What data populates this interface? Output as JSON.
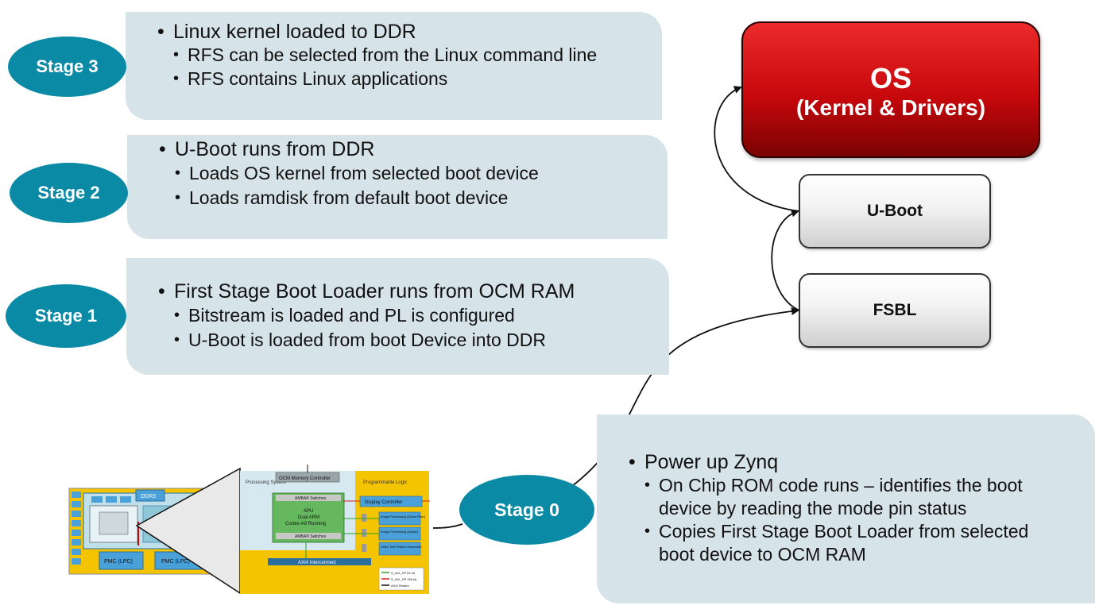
{
  "stages": {
    "stage3": {
      "label": "Stage 3",
      "main": "Linux kernel loaded to DDR",
      "subs": [
        "RFS can be selected from the Linux command line",
        "RFS contains Linux applications"
      ]
    },
    "stage2": {
      "label": "Stage 2",
      "main": "U-Boot runs from DDR",
      "subs": [
        "Loads OS kernel from selected boot device",
        "Loads ramdisk from default boot device"
      ]
    },
    "stage1": {
      "label": "Stage 1",
      "main": "First Stage Boot Loader runs from OCM RAM",
      "subs": [
        "Bitstream is loaded and PL is configured",
        "U-Boot is loaded from boot Device into DDR"
      ]
    },
    "stage0": {
      "label": "Stage 0",
      "main": "Power up Zynq",
      "subs": [
        "On Chip ROM code runs – identifies the boot device by reading the mode pin status",
        "Copies First Stage Boot Loader  from selected boot device to OCM RAM"
      ]
    }
  },
  "boxes": {
    "os_title": "OS",
    "os_subtitle": "(Kernel & Drivers)",
    "uboot": "U-Boot",
    "fsbl": "FSBL"
  },
  "zynq_diagram": {
    "ocm": "OCM Memory Controller",
    "ps": "Processing System",
    "pl": "Programmable Logic",
    "amba_top": "AMBA® Switches",
    "apu": "APU",
    "apu2": "Dual ARM",
    "apu3": "Cortex-A9 Running",
    "amba_bottom": "AMBA® Switches",
    "display": "Display Controller",
    "ip1": "Image Processing (Sobel Filter)",
    "ip2": "Image Processing (Scaler)",
    "ip3": "Video Test Pattern Generator",
    "axi": "AXI4 Interconnect",
    "legend1": "S_AXI_HP 64 bit",
    "legend2": "S_AXI_GP 32b bit",
    "legend3": "AXI4 Stream",
    "chip_ddr": "DDR3",
    "chip_pmc1": "PMC (LPC)",
    "chip_pmc2": "PMC (LPC)"
  },
  "colors": {
    "panel": "#d6e3e9",
    "stage_ellipse": "#0b8aa6",
    "os_red": "#c7080c",
    "zynq_yellow": "#f5c400"
  }
}
